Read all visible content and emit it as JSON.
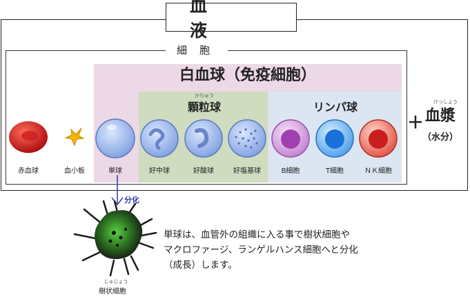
{
  "title": "血　液",
  "cells_label": "細胞",
  "wbc_title": "白血球（免疫細胞）",
  "granulocyte": {
    "ruby": "かりゅう",
    "title": "顆粒球"
  },
  "lymphocyte": {
    "title": "リンパ球"
  },
  "plasma": {
    "plus": "＋",
    "ruby": "けっしょう",
    "title": "血漿",
    "note": "（水分）"
  },
  "cells": [
    {
      "label": "赤血球",
      "color": "#cc2020"
    },
    {
      "label": "血小板",
      "color": "#f5b400"
    },
    {
      "label": "単球",
      "color": "#a8c0ee"
    },
    {
      "label": "好中球",
      "color": "#a8c0ee"
    },
    {
      "label": "好酸球",
      "color": "#a8c0ee"
    },
    {
      "label": "好塩基球",
      "color": "#a8c0ee"
    },
    {
      "label": "B細胞",
      "color": "#d9a6e0"
    },
    {
      "label": "T細胞",
      "color": "#2a8de0"
    },
    {
      "label": "ＮＫ細胞",
      "color": "#d42a2a"
    }
  ],
  "arrow_label": "分化",
  "dendritic": {
    "ruby": "じゅじょう",
    "label": "樹状細胞"
  },
  "description": {
    "line1": "単球は、血管外の組織に入る事で樹状細胞や",
    "line2": "マクロファージ、ランゲルハンス細胞へと分化",
    "line3": "（成長）します。"
  }
}
